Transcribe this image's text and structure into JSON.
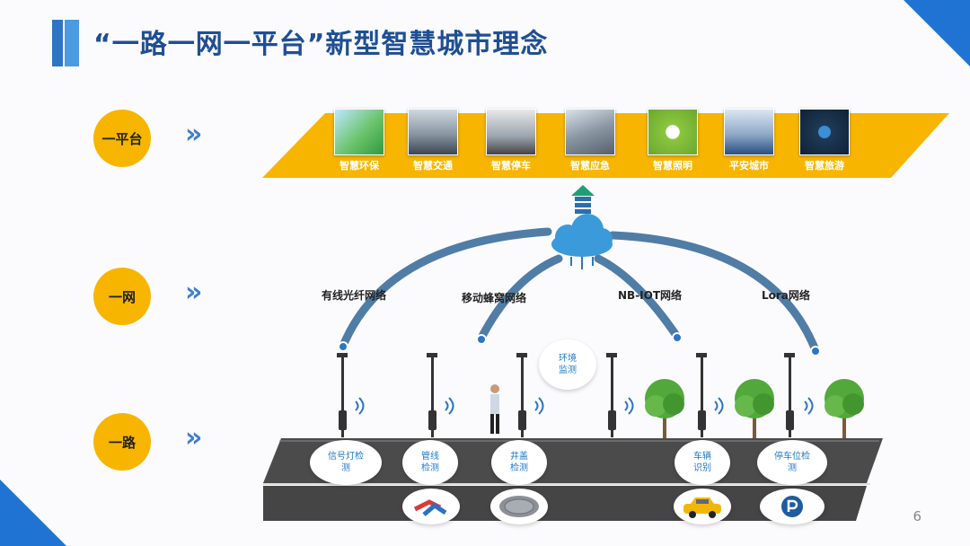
{
  "title": "“一路一网一平台”新型智慧城市理念",
  "levels": {
    "platform": "一平台",
    "network": "一网",
    "road": "一路"
  },
  "chevron_glyph": "»",
  "platform_tiles": [
    {
      "label": "智慧环保"
    },
    {
      "label": "智慧交通"
    },
    {
      "label": "智慧停车"
    },
    {
      "label": "智慧应急"
    },
    {
      "label": "智慧照明"
    },
    {
      "label": "平安城市"
    },
    {
      "label": "智慧旅游"
    }
  ],
  "networks": {
    "fiber": "有线光纤网络",
    "cellular": "移动蜂窝网络",
    "nbiot": "NB-IOT网络",
    "lora": "Lora网络"
  },
  "environment_bubble": {
    "line1": "环境",
    "line2": "监测"
  },
  "road_bubbles": [
    {
      "line1": "信号灯检",
      "line2": "测"
    },
    {
      "line1": "管线",
      "line2": "检测"
    },
    {
      "line1": "井盖",
      "line2": "检测"
    },
    {
      "line1": "车辆",
      "line2": "识别"
    },
    {
      "line1": "停车位检",
      "line2": "测"
    }
  ],
  "page_number": "6",
  "colors": {
    "title": "#1f4f93",
    "accent_blue": "#2e75c5",
    "circle_yellow": "#f7b500",
    "platform_yellow": "#f7b500",
    "road": "#4a4a4a",
    "bubble_text": "#1f78c8"
  }
}
